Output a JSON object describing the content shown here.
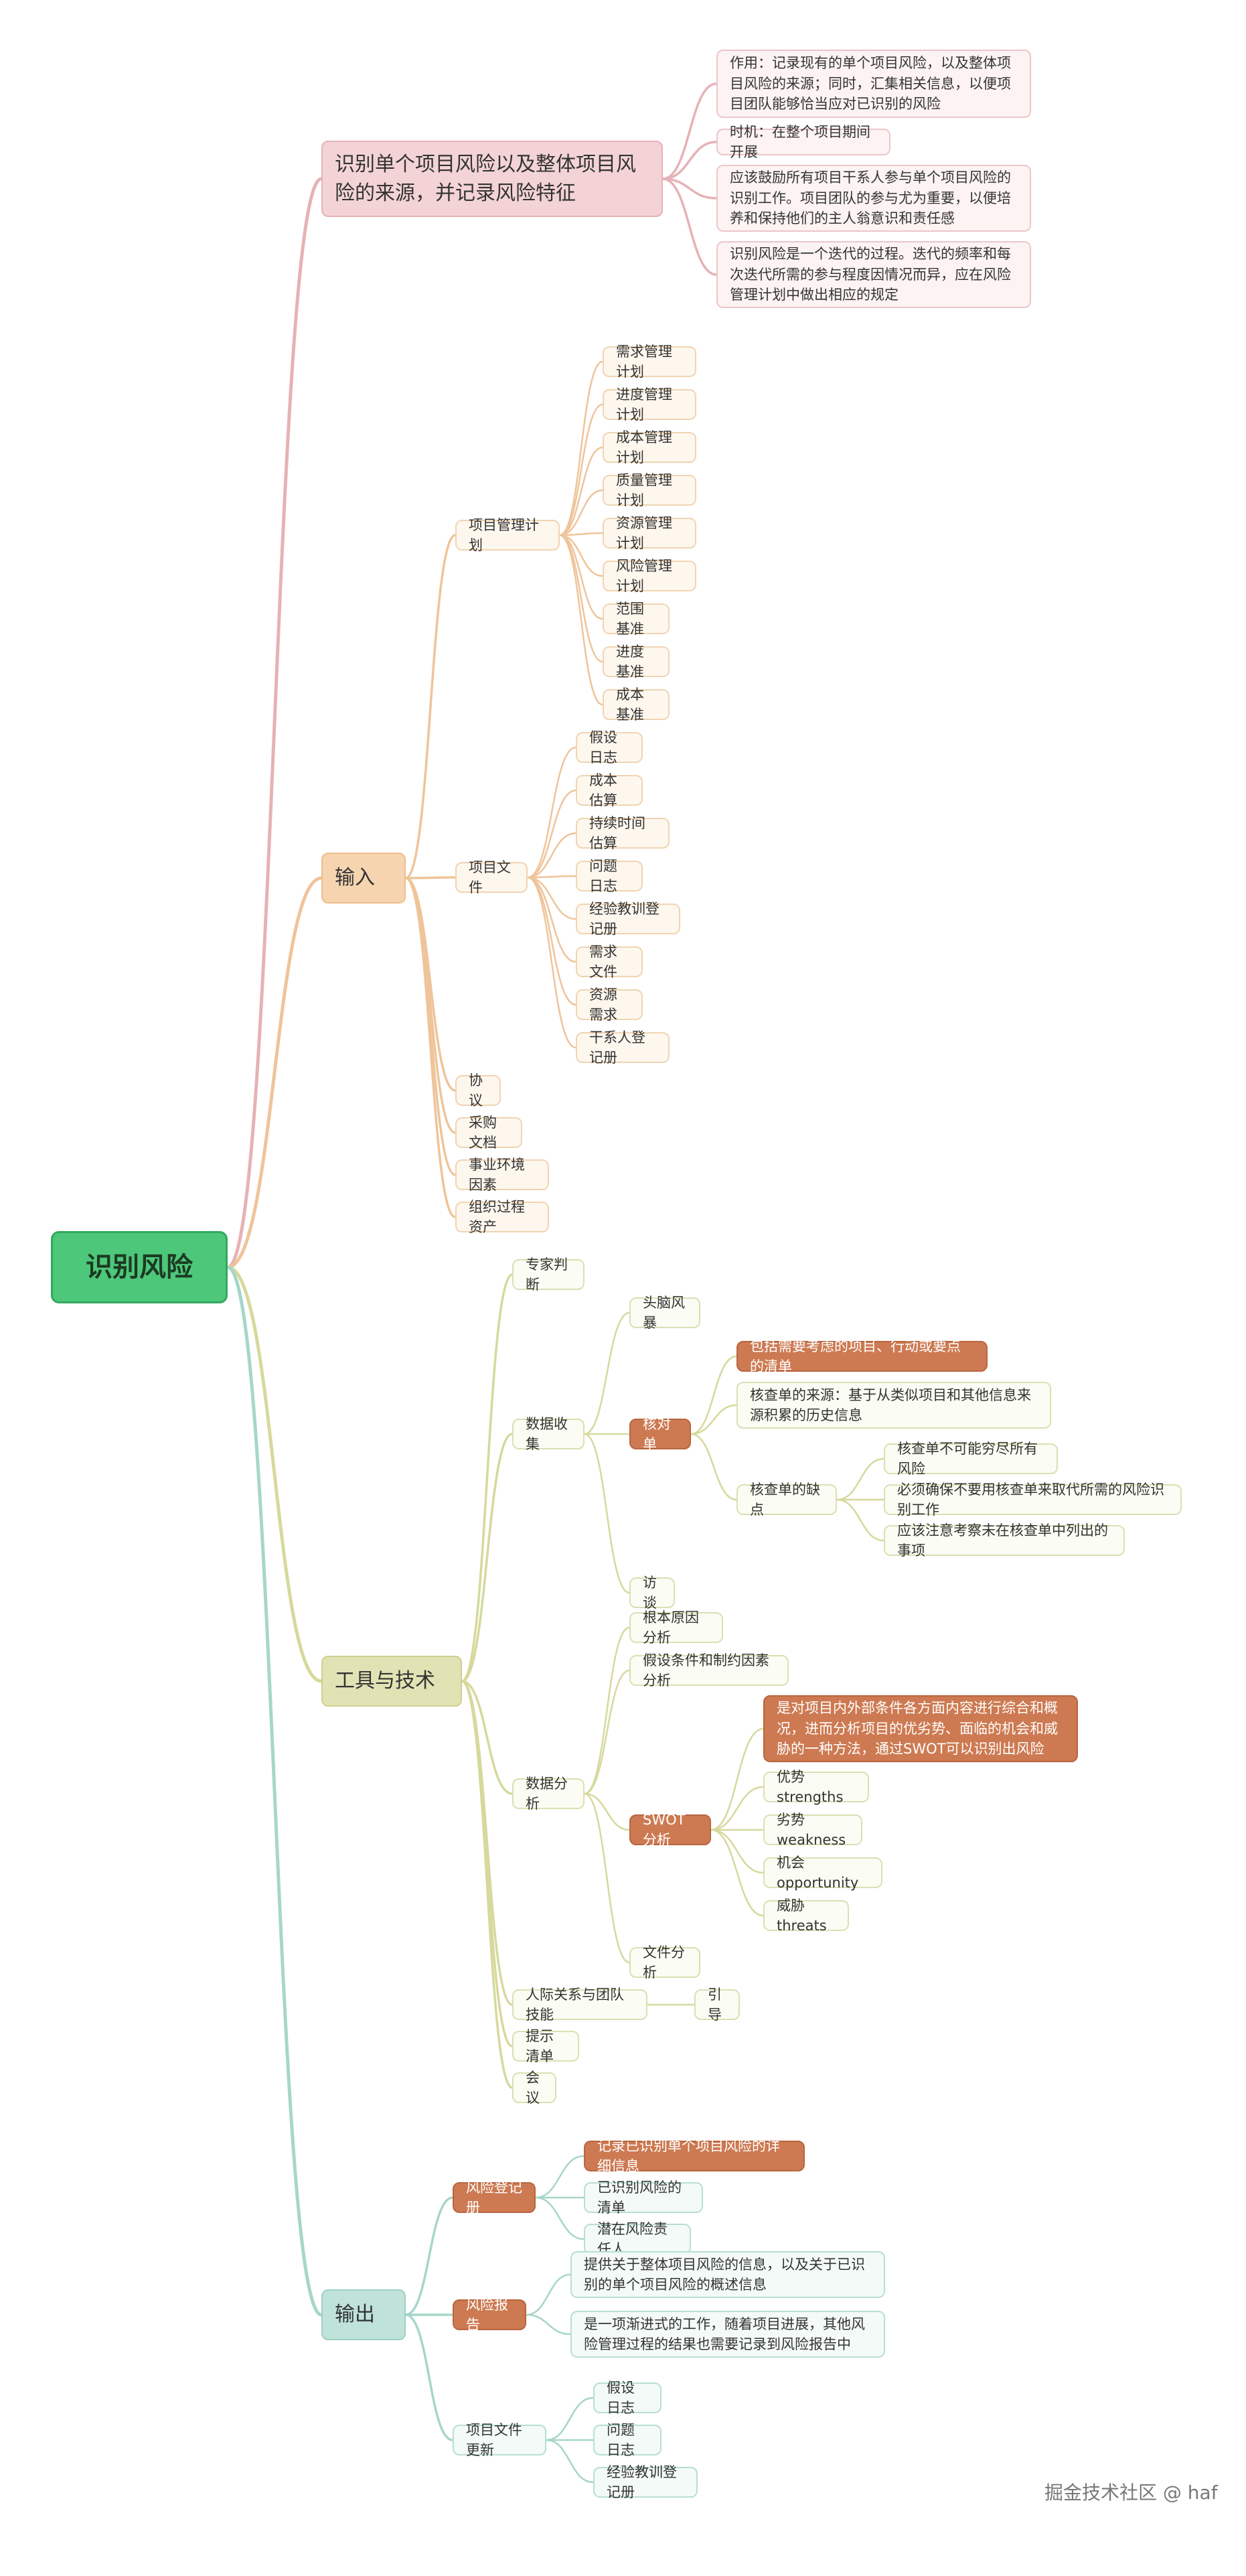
{
  "root": "识别风险",
  "branches": [
    {
      "label": "识别单个项目风险以及整体项目风险的来源，并记录风险特征",
      "children": [
        {
          "label": "作用：记录现有的单个项目风险，以及整体项目风险的来源；同时，汇集相关信息，以便项目团队能够恰当应对已识别的风险"
        },
        {
          "label": "时机：在整个项目期间开展"
        },
        {
          "label": "应该鼓励所有项目干系人参与单个项目风险的识别工作。项目团队的参与尤为重要，以便培养和保持他们的主人翁意识和责任感"
        },
        {
          "label": "识别风险是一个迭代的过程。迭代的频率和每次迭代所需的参与程度因情况而异，应在风险管理计划中做出相应的规定"
        }
      ]
    },
    {
      "label": "输入",
      "children": [
        {
          "label": "项目管理计划",
          "children": [
            {
              "label": "需求管理计划"
            },
            {
              "label": "进度管理计划"
            },
            {
              "label": "成本管理计划"
            },
            {
              "label": "质量管理计划"
            },
            {
              "label": "资源管理计划"
            },
            {
              "label": "风险管理计划"
            },
            {
              "label": "范围基准"
            },
            {
              "label": "进度基准"
            },
            {
              "label": "成本基准"
            }
          ]
        },
        {
          "label": "项目文件",
          "children": [
            {
              "label": "假设日志"
            },
            {
              "label": "成本估算"
            },
            {
              "label": "持续时间估算"
            },
            {
              "label": "问题日志"
            },
            {
              "label": "经验教训登记册"
            },
            {
              "label": "需求文件"
            },
            {
              "label": "资源需求"
            },
            {
              "label": "干系人登记册"
            }
          ]
        },
        {
          "label": "协议"
        },
        {
          "label": "采购文档"
        },
        {
          "label": "事业环境因素"
        },
        {
          "label": "组织过程资产"
        }
      ]
    },
    {
      "label": "工具与技术",
      "children": [
        {
          "label": "专家判断"
        },
        {
          "label": "数据收集",
          "children": [
            {
              "label": "头脑风暴"
            },
            {
              "label": "核对单",
              "children": [
                {
                  "label": "包括需要考虑的项目、行动或要点的清单"
                },
                {
                  "label": "核查单的来源：基于从类似项目和其他信息来源积累的历史信息"
                },
                {
                  "label": "核查单的缺点",
                  "children": [
                    {
                      "label": "核查单不可能穷尽所有风险"
                    },
                    {
                      "label": "必须确保不要用核查单来取代所需的风险识别工作"
                    },
                    {
                      "label": "应该注意考察未在核查单中列出的事项"
                    }
                  ]
                }
              ]
            },
            {
              "label": "访谈"
            }
          ]
        },
        {
          "label": "数据分析",
          "children": [
            {
              "label": "根本原因分析"
            },
            {
              "label": "假设条件和制约因素分析"
            },
            {
              "label": "SWOT分析",
              "children": [
                {
                  "label": "是对项目内外部条件各方面内容进行综合和概况，进而分析项目的优劣势、面临的机会和威胁的一种方法，通过SWOT可以识别出风险"
                },
                {
                  "label": "优势strengths"
                },
                {
                  "label": "劣势weakness"
                },
                {
                  "label": "机会opportunity"
                },
                {
                  "label": "威胁threats"
                }
              ]
            },
            {
              "label": "文件分析"
            }
          ]
        },
        {
          "label": "人际关系与团队技能",
          "children": [
            {
              "label": "引导"
            }
          ]
        },
        {
          "label": "提示清单"
        },
        {
          "label": "会议"
        }
      ]
    },
    {
      "label": "输出",
      "children": [
        {
          "label": "风险登记册",
          "children": [
            {
              "label": "记录已识别单个项目风险的详细信息"
            },
            {
              "label": "已识别风险的清单"
            },
            {
              "label": "潜在风险责任人"
            }
          ]
        },
        {
          "label": "风险报告",
          "children": [
            {
              "label": "提供关于整体项目风险的信息，以及关于已识别的单个项目风险的概述信息"
            },
            {
              "label": "是一项渐进式的工作，随着项目进展，其他风险管理过程的结果也需要记录到风险报告中"
            }
          ]
        },
        {
          "label": "项目文件更新",
          "children": [
            {
              "label": "假设日志"
            },
            {
              "label": "问题日志"
            },
            {
              "label": "经验教训登记册"
            }
          ]
        }
      ]
    }
  ],
  "watermark": "掘金技术社区 @ haf",
  "colors": {
    "root": "#4dc77a",
    "branch_goal": "#f3d3d5",
    "branch_input": "#f6d4b0",
    "branch_tools": "#e1e3b5",
    "branch_output": "#bfe2d9",
    "highlight": "#cd7a52"
  }
}
